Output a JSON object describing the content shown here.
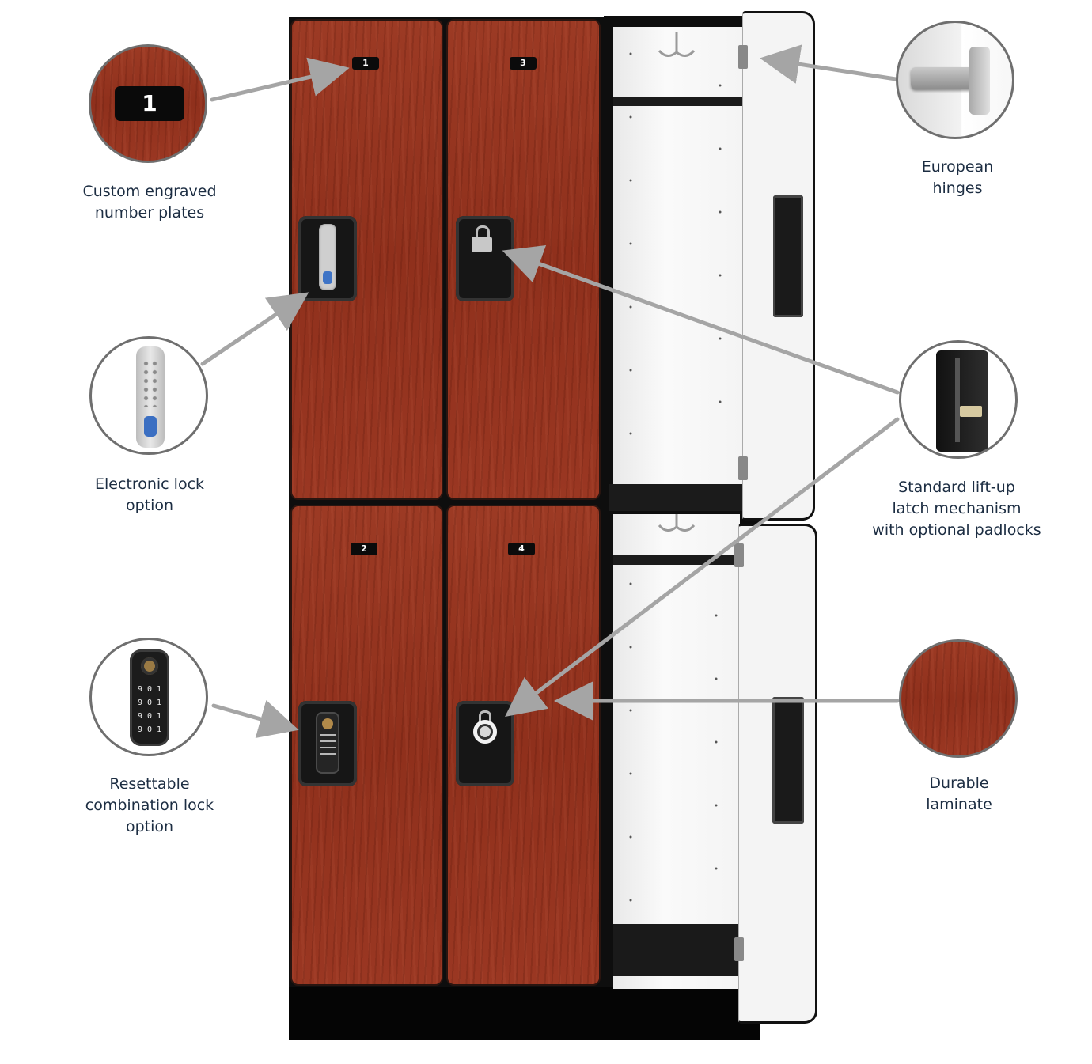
{
  "callouts": {
    "number_plates": {
      "lines": [
        "Custom engraved",
        "number plates"
      ],
      "plate_number": "1"
    },
    "electronic_lock": {
      "lines": [
        "Electronic lock",
        "option"
      ]
    },
    "combination_lock": {
      "lines": [
        "Resettable",
        "combination lock",
        "option"
      ],
      "dial_rows": [
        "9 0 1",
        "9 0 1",
        "9 0 1",
        "9 0 1"
      ]
    },
    "hinges": {
      "lines": [
        "European",
        "hinges"
      ]
    },
    "latch": {
      "lines": [
        "Standard lift-up",
        "latch mechanism",
        "with optional padlocks"
      ]
    },
    "laminate": {
      "lines": [
        "Durable",
        "laminate"
      ]
    }
  },
  "lockers": {
    "doors": [
      {
        "number": "1",
        "lock": "electronic-keypad"
      },
      {
        "number": "2",
        "lock": "combination"
      },
      {
        "number": "3",
        "lock": "padlock"
      },
      {
        "number": "4",
        "lock": "dial-padlock"
      }
    ]
  },
  "colors": {
    "laminate": "#96331f",
    "text": "#1c2d42",
    "arrow": "#a5a5a5",
    "circle_border": "#6f6f6f"
  }
}
